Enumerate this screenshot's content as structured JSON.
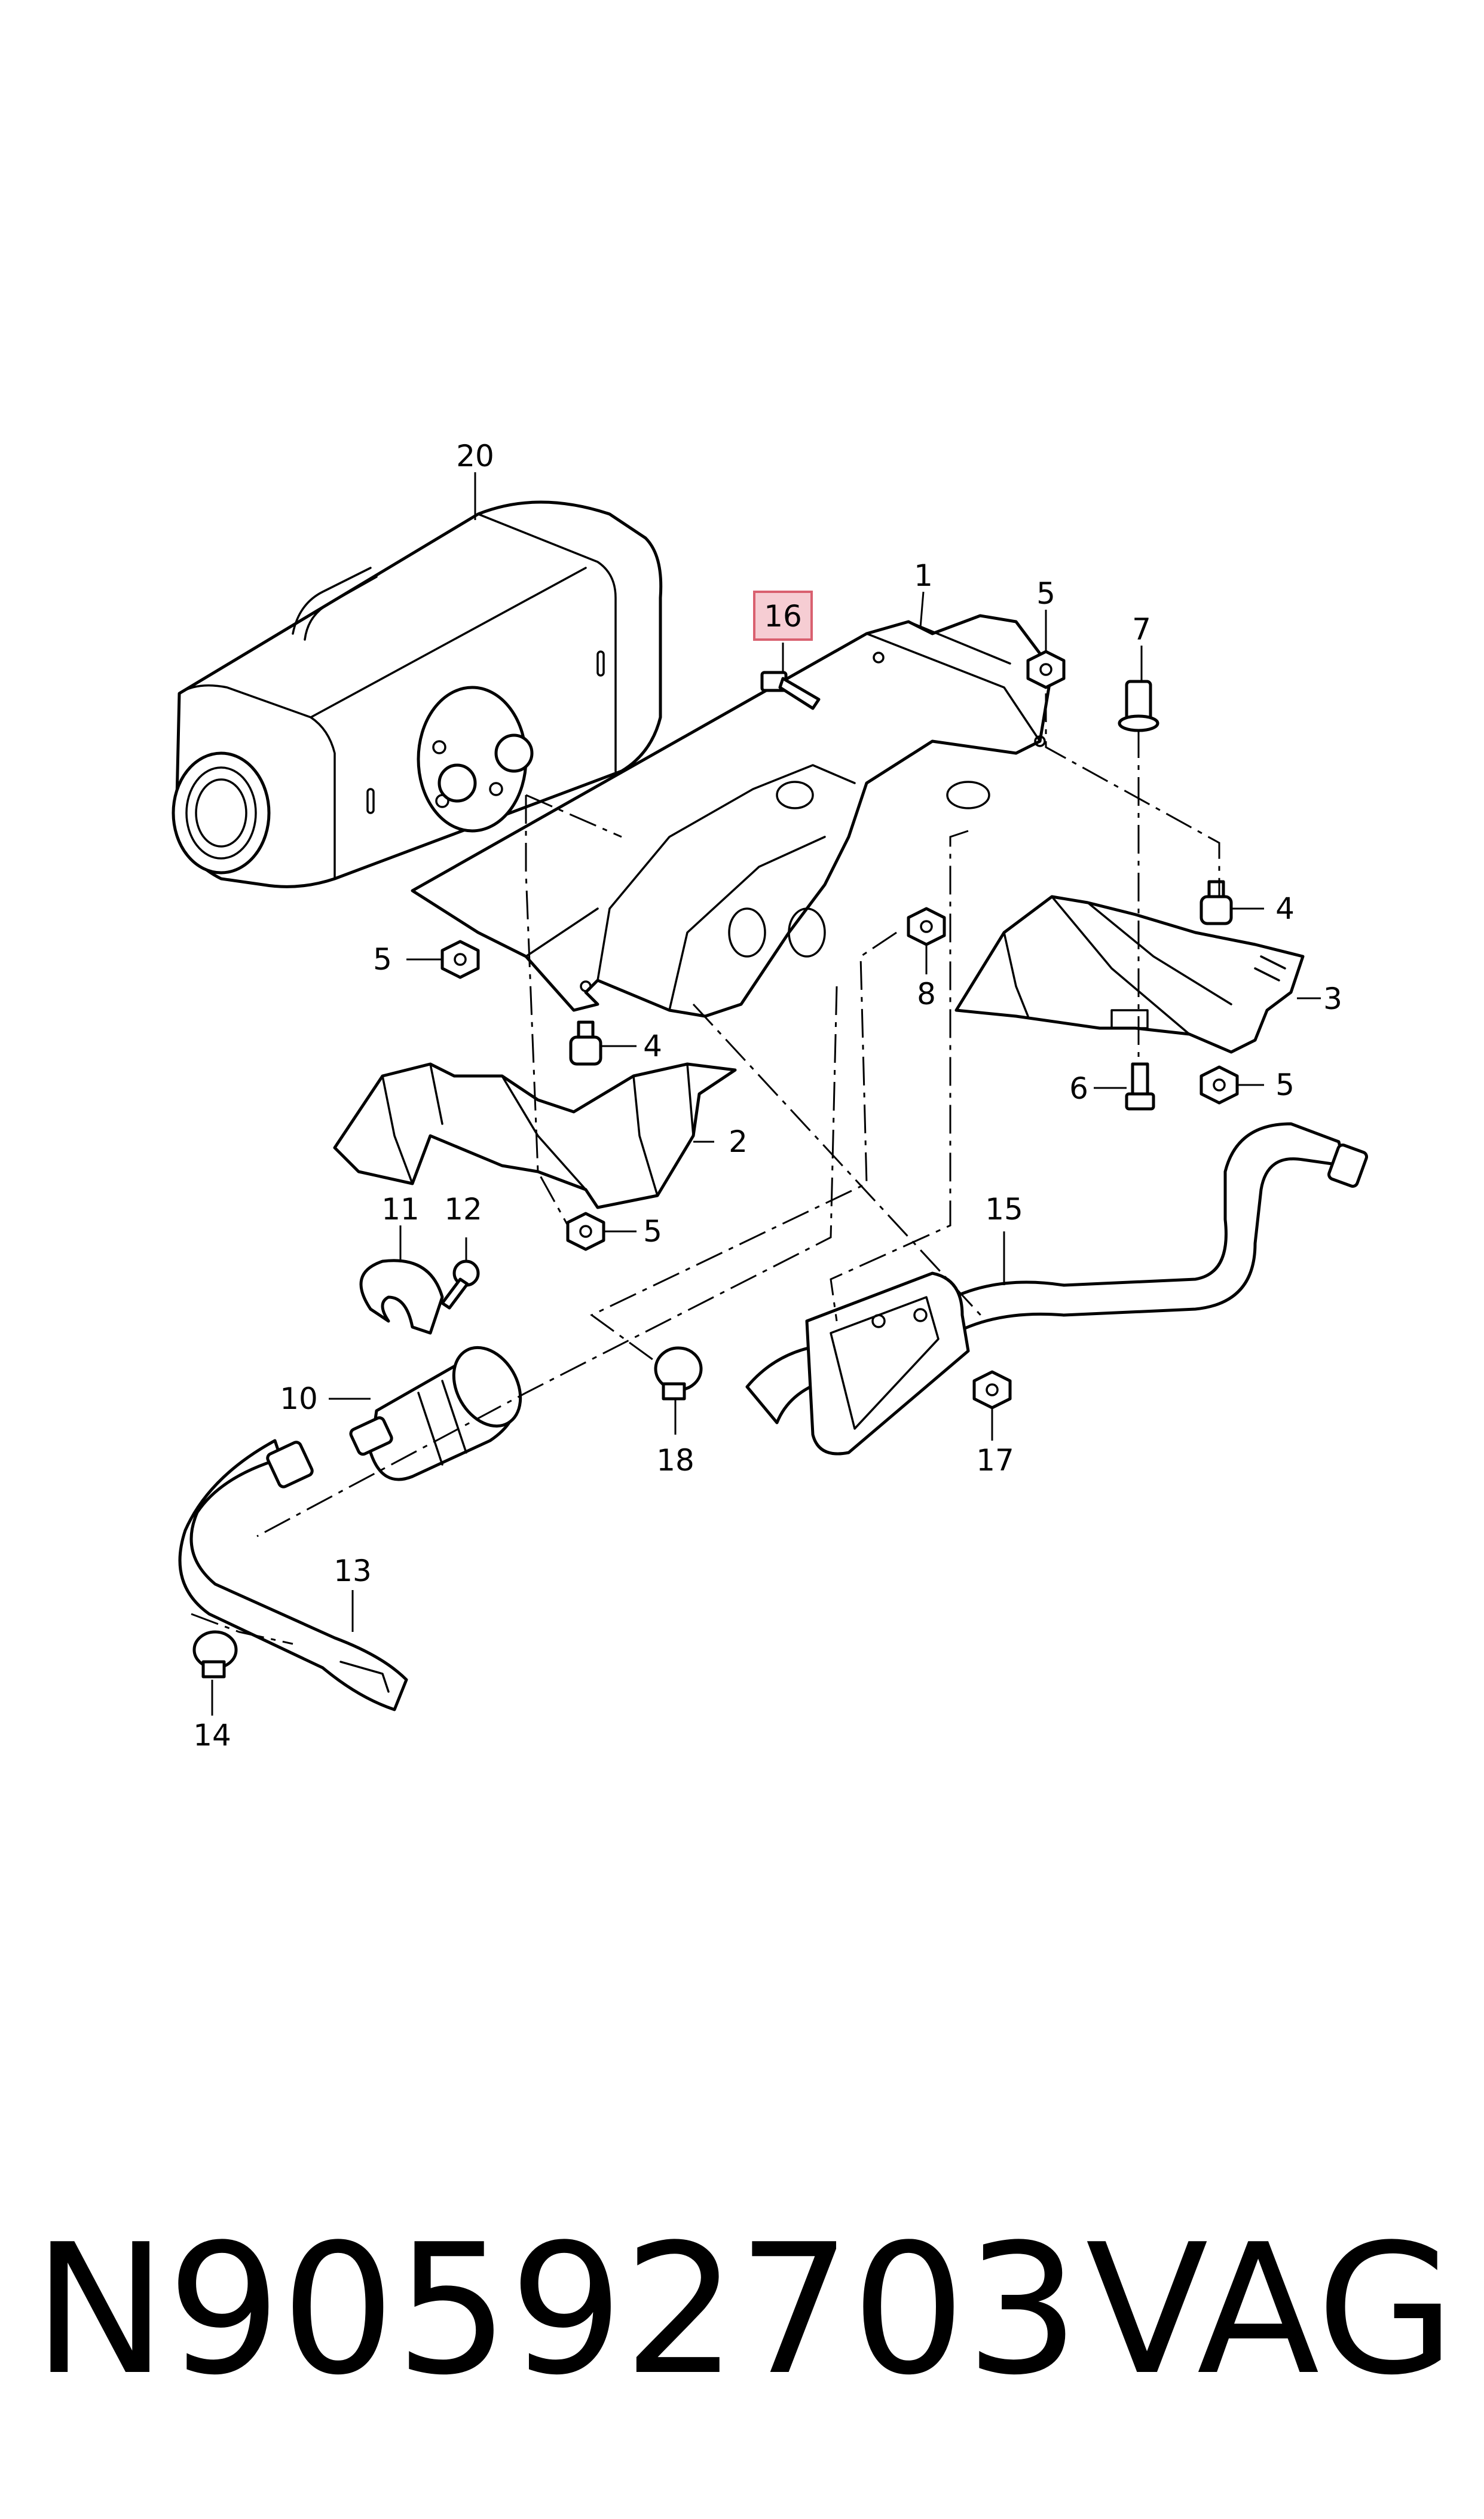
{
  "diagram": {
    "callouts": [
      {
        "id": "c1",
        "text": "1"
      },
      {
        "id": "c2",
        "text": "2"
      },
      {
        "id": "c3",
        "text": "3"
      },
      {
        "id": "c4a",
        "text": "4"
      },
      {
        "id": "c4b",
        "text": "4"
      },
      {
        "id": "c5a",
        "text": "5"
      },
      {
        "id": "c5b",
        "text": "5"
      },
      {
        "id": "c5c",
        "text": "5"
      },
      {
        "id": "c5d",
        "text": "5"
      },
      {
        "id": "c6",
        "text": "6"
      },
      {
        "id": "c7",
        "text": "7"
      },
      {
        "id": "c8",
        "text": "8"
      },
      {
        "id": "c10",
        "text": "10"
      },
      {
        "id": "c11",
        "text": "11"
      },
      {
        "id": "c12",
        "text": "12"
      },
      {
        "id": "c13",
        "text": "13"
      },
      {
        "id": "c14",
        "text": "14"
      },
      {
        "id": "c15",
        "text": "15"
      },
      {
        "id": "c16",
        "text": "16",
        "highlighted": true
      },
      {
        "id": "c17",
        "text": "17"
      },
      {
        "id": "c18",
        "text": "18"
      },
      {
        "id": "c20",
        "text": "20"
      }
    ],
    "highlight_color": "#f6cdd3"
  },
  "footer": {
    "part_number": "N90592703",
    "brand": "VAG"
  }
}
